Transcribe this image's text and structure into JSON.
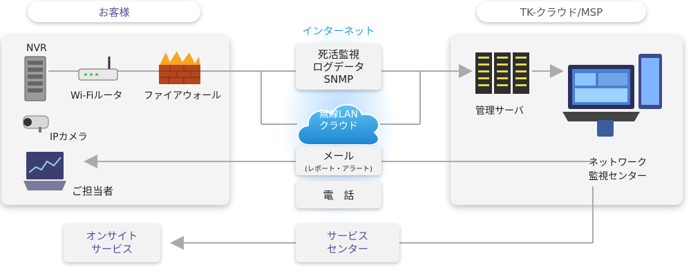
{
  "headers": {
    "customer": "お客様",
    "provider": "TK-クラウド/MSP",
    "internet": "インターネット"
  },
  "customer_side": {
    "nvr": "NVR",
    "router": "Wi-Fiルータ",
    "firewall": "ファイアウォール",
    "ip_camera": "IPカメラ",
    "person": "ご担当者"
  },
  "middle": {
    "monitoring": [
      "死活監視",
      "ログデータ",
      "SNMP"
    ],
    "cloud": [
      "無線LAN",
      "クラウド"
    ],
    "mail": "メール",
    "mail_sub": "(レポート・アラート)",
    "phone": "電　話",
    "service_center": [
      "サービス",
      "センター"
    ]
  },
  "provider_side": {
    "server": "管理サーバ",
    "noc": [
      "ネットワーク",
      "監視センター"
    ]
  },
  "onsite": [
    "オンサイト",
    "サービス"
  ],
  "colors": {
    "accent_blue": "#2aa0e0",
    "purple": "#5b4a9e",
    "line": "#999999"
  }
}
